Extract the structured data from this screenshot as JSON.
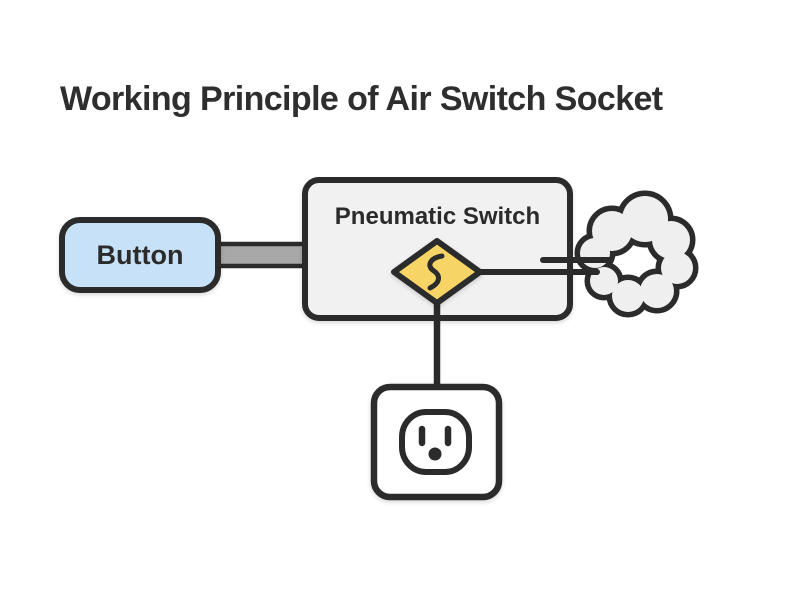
{
  "page": {
    "title": "Working Principle of Air Switch Socket"
  },
  "diagram": {
    "button_label": "Button",
    "switch_label": "Pneumatic Switch",
    "components": [
      "button",
      "piston-rod",
      "pneumatic-switch-box",
      "air-valve-diamond-icon",
      "air-puff-cloud-icon",
      "power-socket-icon"
    ]
  },
  "colors": {
    "background": "#ffffff",
    "title_text": "#2e2e2e",
    "outline": "#2b2b2b",
    "button_fill": "#c7e2f8",
    "switch_fill": "#f1f1f1",
    "valve_fill": "#f6d566",
    "rod_fill": "#a8a8a8",
    "cloud_fill": "#efefef",
    "socket_fill": "#ffffff"
  }
}
